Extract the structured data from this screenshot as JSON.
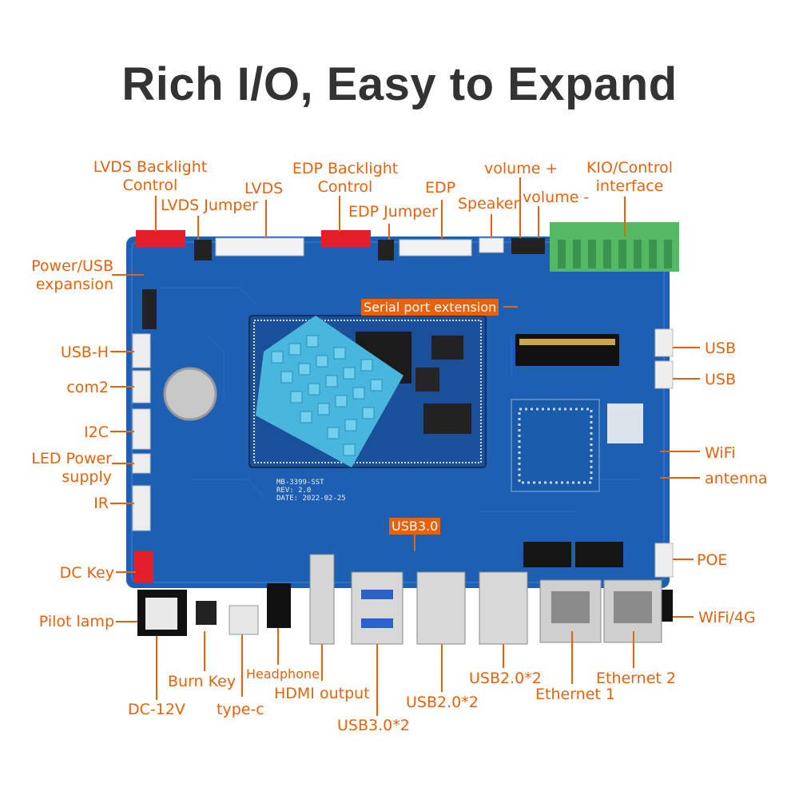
{
  "title": "Rich I/O, Easy to Expand",
  "board": {
    "model_text": "MB-3399-SST",
    "rev_text": "REV: 2.0",
    "date_text": "DATE: 2022-02-25",
    "pcb_color": "#1c5fb3",
    "heatsink_color": "#49b6dd"
  },
  "labels": {
    "lvds_backlight": "LVDS Backlight",
    "lvds_backlight_2": "Control",
    "lvds_jumper": "LVDS Jumper",
    "lvds": "LVDS",
    "edp_backlight": "EDP Backlight",
    "edp_backlight_2": "Control",
    "edp_jumper": "EDP Jumper",
    "edp": "EDP",
    "speaker": "Speaker",
    "volume_plus": "volume +",
    "volume_minus": "volume -",
    "kio": "KIO/Control",
    "kio_2": "interface",
    "power_usb": "Power/USB",
    "power_usb_2": "expansion",
    "serial_port": "Serial port extension",
    "usb_h": "USB-H",
    "com2": "com2",
    "i2c": "I2C",
    "led_power": "LED Power",
    "led_power_2": "supply",
    "ir": "IR",
    "dc_key": "DC Key",
    "pilot_lamp": "Pilot lamp",
    "usb_right_1": "USB",
    "usb_right_2": "USB",
    "wifi": "WiFi",
    "antenna": "antenna",
    "usb30_small": "USB3.0",
    "poe": "POE",
    "wifi_4g": "WiFi/4G",
    "burn_key": "Burn Key",
    "headphone": "Headphone",
    "hdmi_output": "HDMI output",
    "dc_12v": "DC-12V",
    "type_c": "type-c",
    "usb30_2": "USB3.0*2",
    "usb20_2a": "USB2.0*2",
    "usb20_2b": "USB2.0*2",
    "ethernet1": "Ethernet 1",
    "ethernet2": "Ethernet 2"
  }
}
